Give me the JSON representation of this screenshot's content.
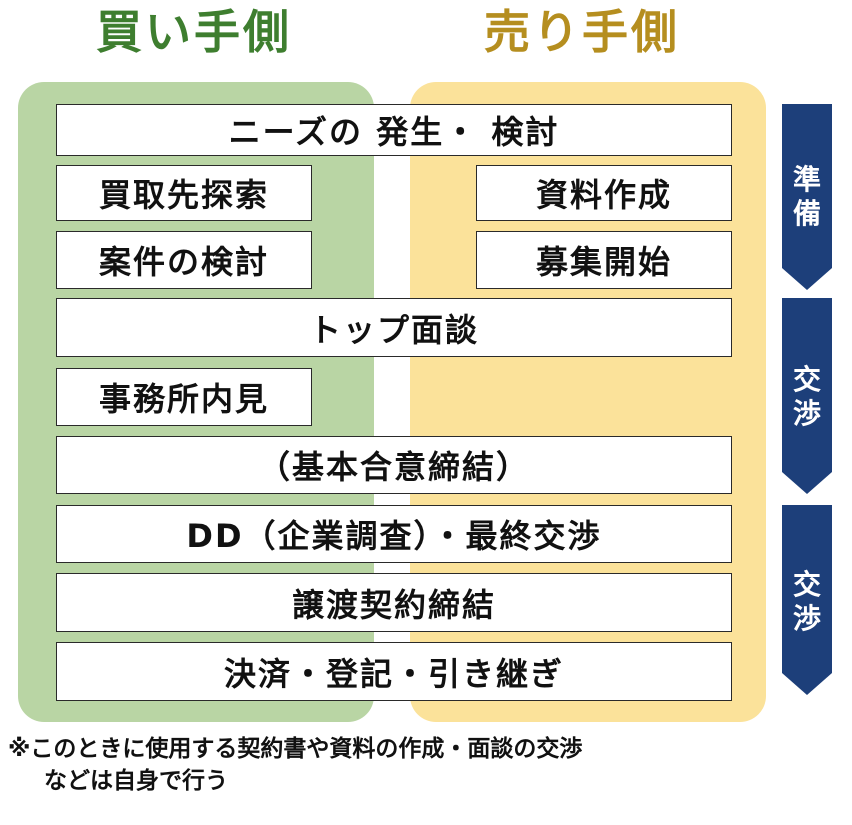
{
  "colors": {
    "buyer": "#3e7e2f",
    "seller": "#b58e1f",
    "buyer_lane": "#b9d5a4",
    "seller_lane": "#fbe29a",
    "phase": "#1d3f7a",
    "phase_text": "#ffffff"
  },
  "header": {
    "buyer": "買い手側",
    "seller": "売り手側"
  },
  "steps": {
    "needs": "ニーズの 発生・ 検討",
    "search": "買取先探索",
    "materials": "資料作成",
    "review": "案件の検討",
    "recruit": "募集開始",
    "meeting": "トップ面談",
    "visit": "事務所内見",
    "basic_agreement": "（基本合意締結）",
    "dd": "DD（企業調査）・最終交渉",
    "transfer_contract": "譲渡契約締結",
    "settlement": "決済・登記・引き継ぎ"
  },
  "phases": [
    {
      "label_top": "準",
      "label_bottom": "備"
    },
    {
      "label_top": "交",
      "label_bottom": "渉"
    },
    {
      "label_top": "交",
      "label_bottom": "渉"
    }
  ],
  "footnote": {
    "line1": "※このときに使用する契約書や資料の作成・面談の交渉",
    "line2": "などは自身で行う"
  }
}
